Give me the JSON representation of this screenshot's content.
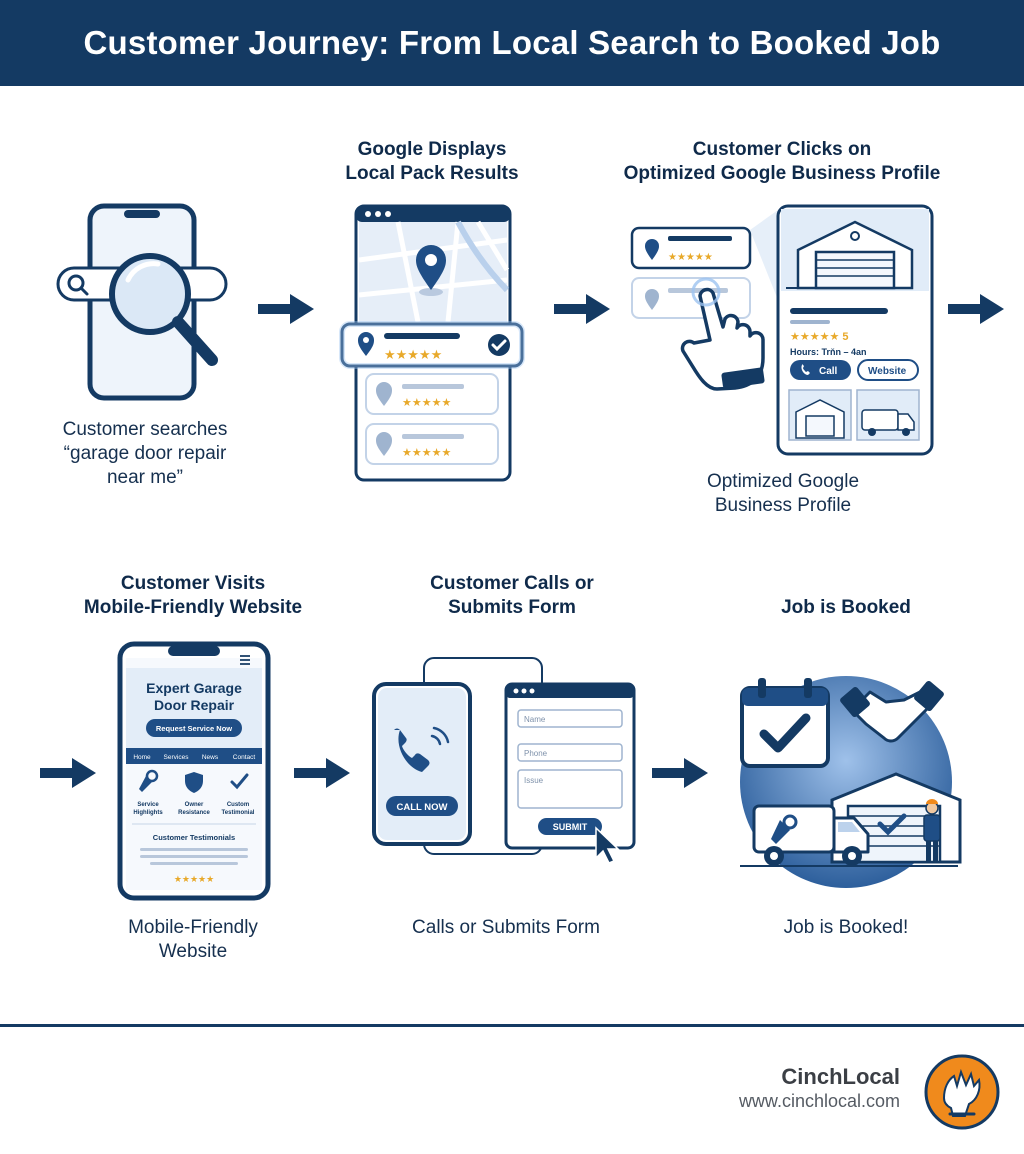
{
  "title": "Customer Journey: From Local Search to Booked Job",
  "steps": [
    {
      "heading": "",
      "caption_lines": [
        "Customer searches",
        "“garage door repair",
        "near me”"
      ]
    },
    {
      "heading_lines": [
        "Google Displays",
        "Local Pack Results"
      ],
      "caption_lines": []
    },
    {
      "heading_lines": [
        "Customer Clicks on",
        "Optimized Google Business Profile"
      ],
      "caption_lines": [
        "Optimized Google",
        "Business Profile"
      ],
      "profile": {
        "rating": "★★★★★ 5",
        "hours": "Hours: Trňn – 4an",
        "call_label": "Call",
        "website_label": "Website"
      }
    },
    {
      "heading_lines": [
        "Customer Visits",
        "Mobile-Friendly Website"
      ],
      "caption_lines": [
        "Mobile-Friendly",
        "Website"
      ],
      "site": {
        "headline_lines": [
          "Expert Garage",
          "Door Repair"
        ],
        "cta": "Request Service Now",
        "nav": [
          "Home",
          "Services",
          "News",
          "Contact"
        ],
        "features": [
          [
            "Service",
            "Highlights"
          ],
          [
            "Owner",
            "Resistance"
          ],
          [
            "Custom",
            "Testimonial"
          ]
        ],
        "testimonials": "Customer Testimonials",
        "stars": "★★★★★"
      }
    },
    {
      "heading_lines": [
        "Customer Calls or",
        "Submits Form"
      ],
      "caption_lines": [
        "Calls or Submits Form"
      ],
      "form": {
        "call_now": "CALL NOW",
        "name_placeholder": "Name",
        "phone_placeholder": "Phone",
        "issue_placeholder": "Issue",
        "submit": "SUBMIT"
      }
    },
    {
      "heading_lines": [
        "Job is Booked"
      ],
      "caption_lines": [
        "Job is Booked!"
      ]
    }
  ],
  "local_pack": {
    "top_stars": "★★★★★",
    "row_stars": "★★★★★"
  },
  "footer": {
    "brand": "CinchLocal",
    "url": "www.cinchlocal.com"
  },
  "colors": {
    "navy": "#143a63",
    "blue": "#1f4e86",
    "light_blue": "#dfe9f6",
    "star": "#e8a92a",
    "orange": "#f08a1c"
  }
}
